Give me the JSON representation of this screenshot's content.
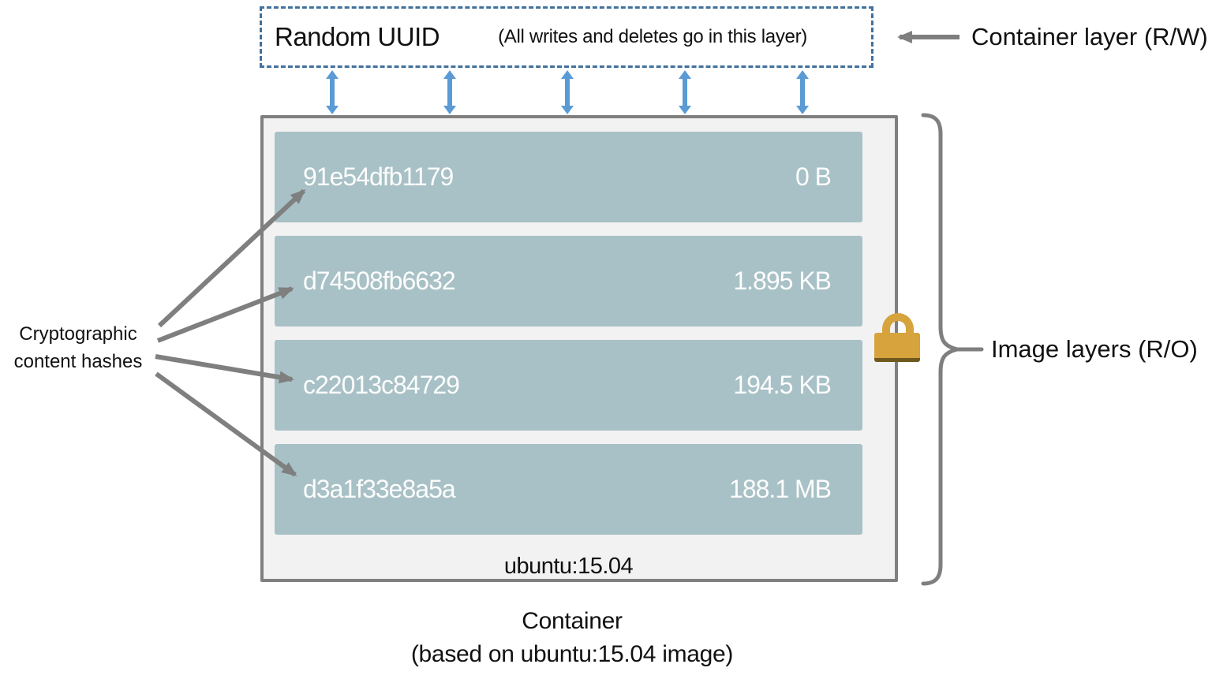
{
  "diagram": {
    "container_layer_box": {
      "title": "Random UUID",
      "note": "(All writes and deletes go in this layer)"
    },
    "layers": [
      {
        "hash": "91e54dfb1179",
        "size": "0 B"
      },
      {
        "hash": "d74508fb6632",
        "size": "1.895 KB"
      },
      {
        "hash": "c22013c84729",
        "size": "194.5 KB"
      },
      {
        "hash": "d3a1f33e8a5a",
        "size": "188.1 MB"
      }
    ],
    "base_image_label": "ubuntu:15.04",
    "labels": {
      "container_layer_callout": "Container layer (R/W)",
      "image_layers_callout": "Image layers (R/O)",
      "crypto_note_line1": "Cryptographic",
      "crypto_note_line2": "content hashes",
      "caption_line1": "Container",
      "caption_line2": "(based on ubuntu:15.04 image)"
    },
    "icons": {
      "lock": "lock-icon (read-only layers)"
    },
    "colors": {
      "layer_fill": "#a8c1c6",
      "layer_text": "#fdfdfd",
      "container_bg": "#f2f2f2",
      "gray_lines": "#7f7f7f",
      "blue_arrows": "#5b9bd5",
      "dashed_border": "#41719c",
      "lock_gold": "#d6a33c"
    }
  }
}
